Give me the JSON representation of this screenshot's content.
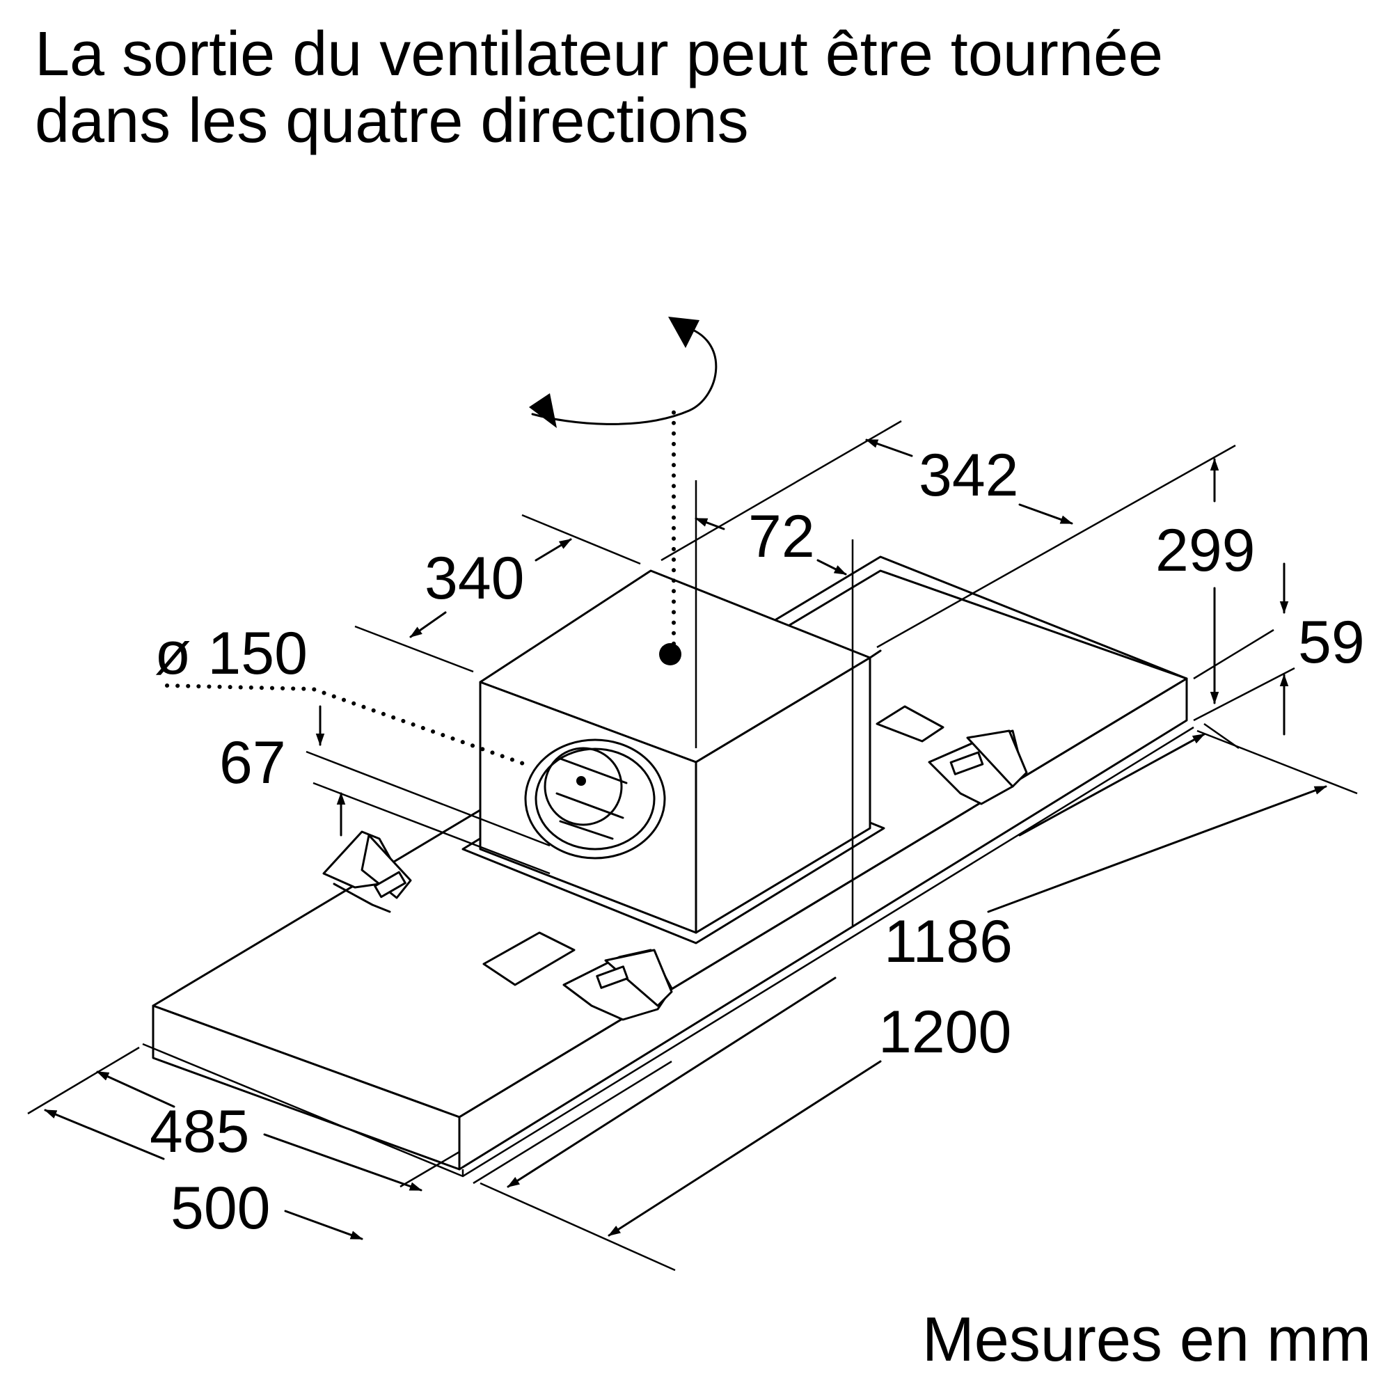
{
  "title": {
    "line1": "La sortie du ventilateur peut être tournée",
    "line2": "dans les quatre directions"
  },
  "dimensions": {
    "d342": "342",
    "d72": "72",
    "d340": "340",
    "d299": "299",
    "d59": "59",
    "d150": "ø 150",
    "d67": "67",
    "d1186": "1186",
    "d1200": "1200",
    "d485": "485",
    "d500": "500"
  },
  "units_note": "Mesures en mm",
  "icons": {
    "rotation": "rotation-arrow-icon",
    "dimension_arrow": "dimension-arrow-icon"
  }
}
